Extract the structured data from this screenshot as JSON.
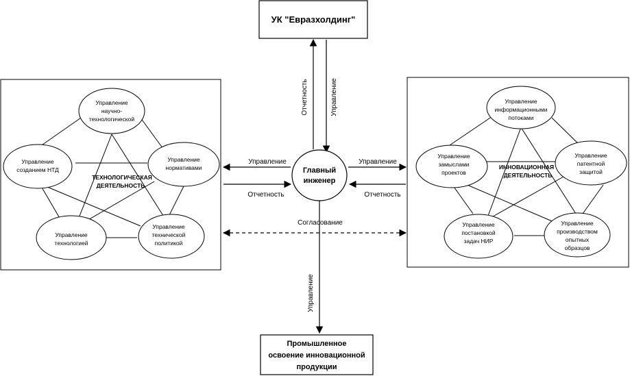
{
  "top_box": {
    "label": "УК \"Евразхолдинг\""
  },
  "center": {
    "line1": "Главный",
    "line2": "инженер"
  },
  "bottom_box": {
    "line1": "Промышленное",
    "line2": "освоение инновационной",
    "line3": "продукции"
  },
  "arrows": {
    "report_up": "Отчетность",
    "manage_down": "Управление",
    "left_manage": "Управление",
    "left_report": "Отчетность",
    "right_manage": "Управление",
    "right_report": "Отчетность",
    "coordination": "Согласование",
    "bottom_manage": "Управление"
  },
  "left_panel": {
    "center_line1": "ТЕХНОЛОГИЧЕСКАЯ",
    "center_line2": "ДЕЯТЕЛЬНОСТЬ",
    "nodes": [
      {
        "lines": [
          "Управление",
          "научно-",
          "технологической"
        ]
      },
      {
        "lines": [
          "Управление",
          "созданием НТД"
        ]
      },
      {
        "lines": [
          "Управление",
          "нормативами"
        ]
      },
      {
        "lines": [
          "Управление",
          "технологией"
        ]
      },
      {
        "lines": [
          "Управление",
          "технической",
          "политикой"
        ]
      }
    ]
  },
  "right_panel": {
    "center_line1": "ИННОВАЦИОННАЯ",
    "center_line2": "ДЕЯТЕЛЬНОСТЬ",
    "nodes": [
      {
        "lines": [
          "Управление",
          "информационными",
          "потоками"
        ]
      },
      {
        "lines": [
          "Управление",
          "замыслами",
          "проектов"
        ]
      },
      {
        "lines": [
          "Управление",
          "патентной",
          "защитой"
        ]
      },
      {
        "lines": [
          "Управление",
          "постановкой",
          "задач НИР"
        ]
      },
      {
        "lines": [
          "Управление",
          "производством",
          "опытных",
          "образцов"
        ]
      }
    ]
  }
}
